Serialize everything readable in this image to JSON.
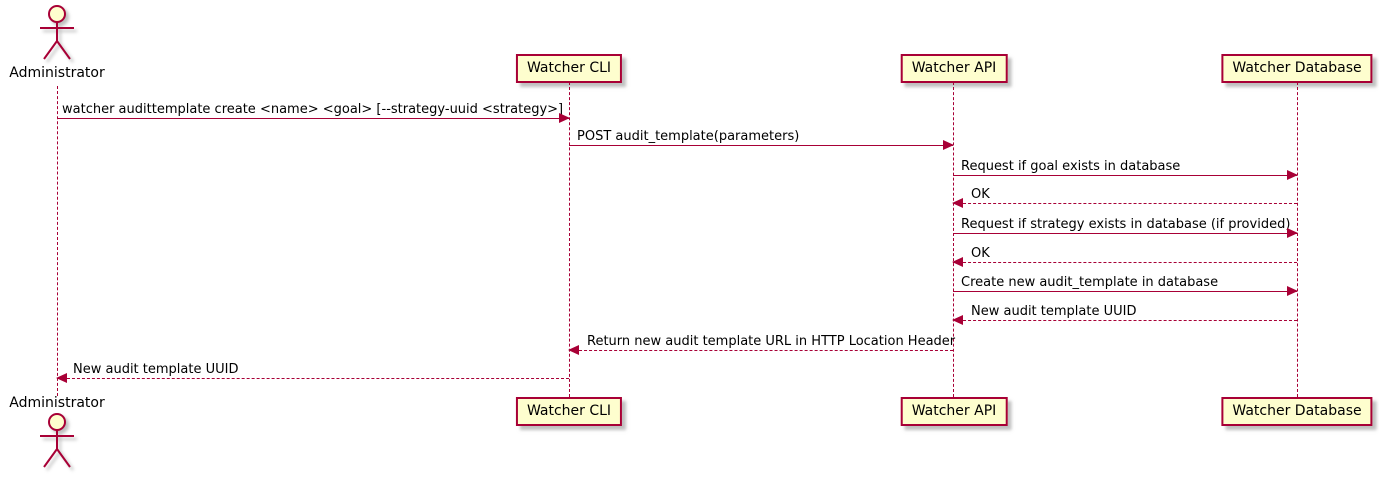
{
  "diagram": {
    "type": "uml-sequence-diagram",
    "colors": {
      "accent": "#A80036",
      "participant_fill": "#FEFECE",
      "text": "#000000",
      "background": "#ffffff",
      "shadow": "#bfbfbf"
    },
    "participants": [
      {
        "id": "administrator",
        "label": "Administrator",
        "kind": "actor"
      },
      {
        "id": "watcher-cli",
        "label": "Watcher CLI",
        "kind": "box"
      },
      {
        "id": "watcher-api",
        "label": "Watcher API",
        "kind": "box"
      },
      {
        "id": "watcher-database",
        "label": "Watcher Database",
        "kind": "box"
      }
    ],
    "messages": [
      {
        "from": "administrator",
        "to": "watcher-cli",
        "style": "solid",
        "label": "watcher audittemplate create <name> <goal> [--strategy-uuid <strategy>]"
      },
      {
        "from": "watcher-cli",
        "to": "watcher-api",
        "style": "solid",
        "label": "POST audit_template(parameters)"
      },
      {
        "from": "watcher-api",
        "to": "watcher-database",
        "style": "solid",
        "label": "Request if goal exists in database"
      },
      {
        "from": "watcher-database",
        "to": "watcher-api",
        "style": "dashed",
        "label": "OK"
      },
      {
        "from": "watcher-api",
        "to": "watcher-database",
        "style": "solid",
        "label": "Request if strategy exists in database (if provided)"
      },
      {
        "from": "watcher-database",
        "to": "watcher-api",
        "style": "dashed",
        "label": "OK"
      },
      {
        "from": "watcher-api",
        "to": "watcher-database",
        "style": "solid",
        "label": "Create new audit_template in database"
      },
      {
        "from": "watcher-database",
        "to": "watcher-api",
        "style": "dashed",
        "label": "New audit template UUID"
      },
      {
        "from": "watcher-api",
        "to": "watcher-cli",
        "style": "dashed",
        "label": "Return new audit template URL in HTTP Location Header"
      },
      {
        "from": "watcher-cli",
        "to": "administrator",
        "style": "dashed",
        "label": "New audit template UUID"
      }
    ]
  }
}
